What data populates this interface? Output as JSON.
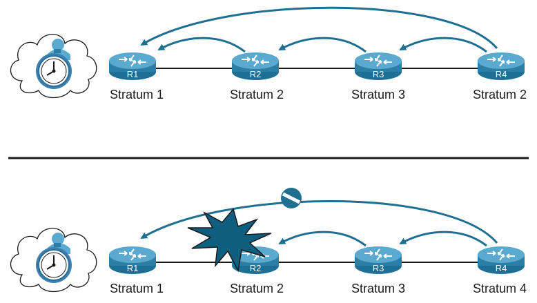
{
  "panels": [
    {
      "id": "top",
      "routers": [
        {
          "name": "R1",
          "stratum": "Stratum 1"
        },
        {
          "name": "R2",
          "stratum": "Stratum 2"
        },
        {
          "name": "R3",
          "stratum": "Stratum 3"
        },
        {
          "name": "R4",
          "stratum": "Stratum 2"
        }
      ]
    },
    {
      "id": "bottom",
      "routers": [
        {
          "name": "R1",
          "stratum": "Stratum 1"
        },
        {
          "name": "R2",
          "stratum": "Stratum 2"
        },
        {
          "name": "R3",
          "stratum": "Stratum 3"
        },
        {
          "name": "R4",
          "stratum": "Stratum 4"
        }
      ]
    }
  ],
  "colors": {
    "router_fill": "#2b7fa6",
    "router_top": "#5aa9cf",
    "arrow": "#1f6f93",
    "burst": "#0f5d7f",
    "clock_face": "#3d7fae",
    "line": "#1a1a1a"
  }
}
